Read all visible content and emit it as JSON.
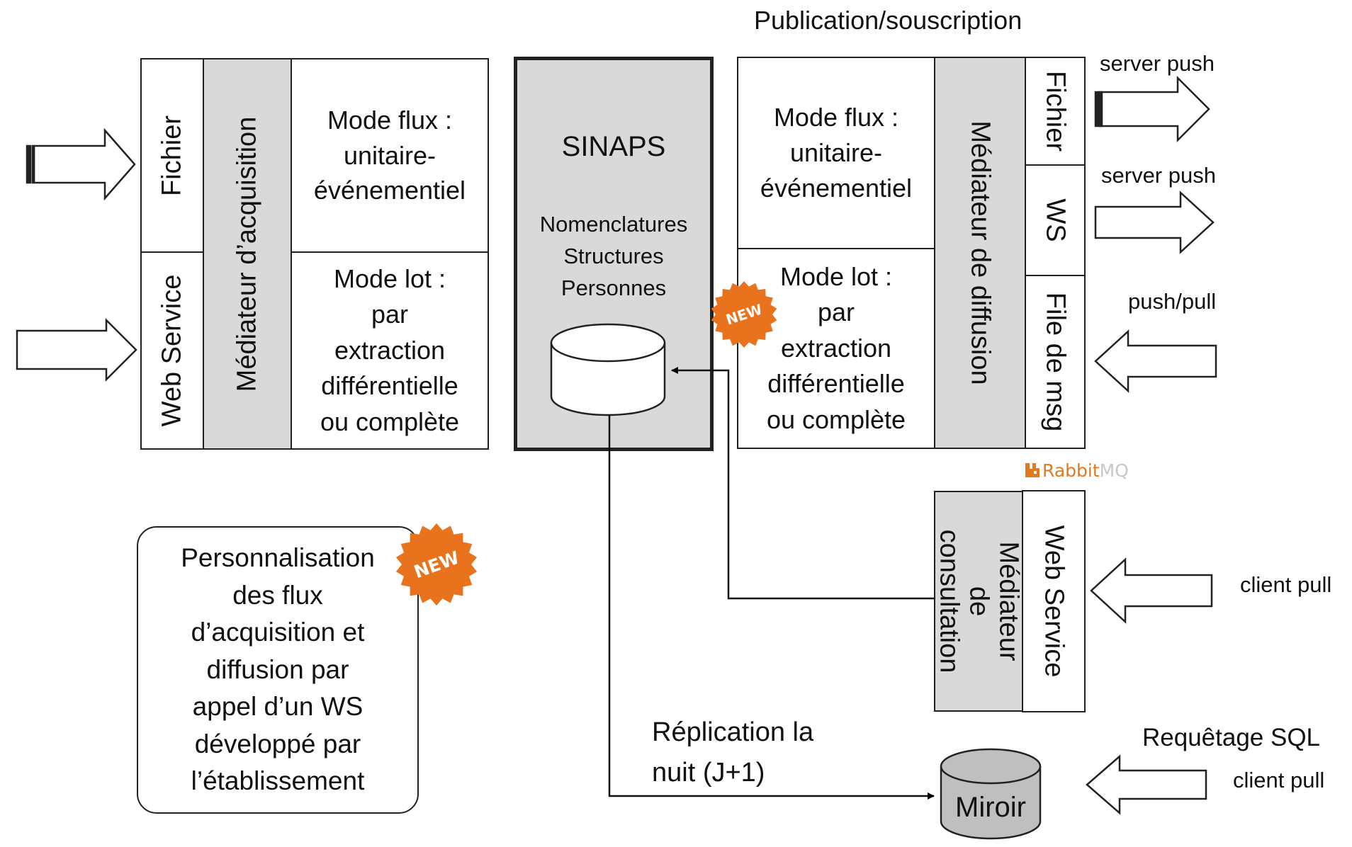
{
  "header": {
    "pubsub_label": "Publication/souscription"
  },
  "acquisition": {
    "fichier_label": "Fichier",
    "webservice_label": "Web Service",
    "mediator_label": "Médiateur d’acquisition",
    "mode_flux_label": "Mode flux :\nunitaire-\névénementiel",
    "mode_lot_label": "Mode lot :\npar\nextraction\ndifférentielle\nou complète"
  },
  "sinaps": {
    "title": "SINAPS",
    "subtitle": "Nomenclatures\nStructures\nPersonnes"
  },
  "diffusion": {
    "mode_flux_label": "Mode flux :\nunitaire-\névénementiel",
    "mode_lot_label": "Mode lot :\npar\nextraction\ndifférentielle\nou complète",
    "mediator_label": "Médiateur de diffusion",
    "fichier_label": "Fichier",
    "ws_label": "WS",
    "file_msg_label": "File de msg",
    "push1_label": "server push",
    "push2_label": "server push",
    "pushpull_label": "push/pull",
    "rabbit_logo_prefix": "Rabbit",
    "rabbit_logo_suffix": "MQ"
  },
  "consultation": {
    "mediator_label": "Médiateur de\nconsultation",
    "webservice_label": "Web Service",
    "client_pull_label": "client pull"
  },
  "customization": {
    "text": "Personnalisation\ndes flux\nd’acquisition et\ndiffusion par\nappel d’un WS\ndéveloppé par\nl’établissement"
  },
  "replication": {
    "label": "Réplication la\nnuit (J+1)"
  },
  "mirror": {
    "label": "Miroir",
    "sql_label": "Requêtage SQL",
    "client_pull_label": "client pull"
  },
  "badges": {
    "new_text": "NEW"
  },
  "colors": {
    "badge": "#e8731c",
    "grey_fill": "#d9d9d9",
    "rabbit": "#e07a1f"
  }
}
